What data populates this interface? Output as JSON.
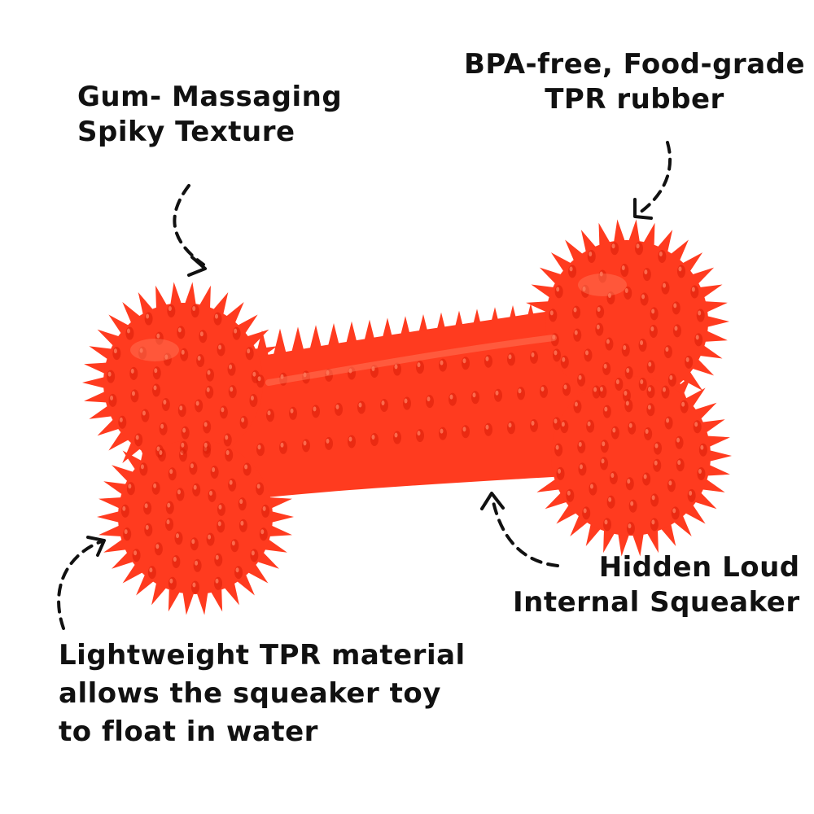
{
  "product": {
    "icon": "spiky-bone-chew-toy",
    "colors": {
      "background": "#ffffff",
      "toy_body": "#ff3b1f",
      "toy_highlight": "#ff7a5c",
      "toy_shadow": "#d81e08",
      "ink": "#111111"
    }
  },
  "callouts": {
    "spiky": [
      "Gum- Massaging",
      "Spiky Texture"
    ],
    "bpa": [
      "BPA-free, Food-grade",
      "TPR rubber"
    ],
    "squeaker": [
      "Hidden Loud",
      "Internal Squeaker"
    ],
    "float": [
      "Lightweight TPR material",
      "allows the squeaker toy",
      "to float in water"
    ]
  }
}
